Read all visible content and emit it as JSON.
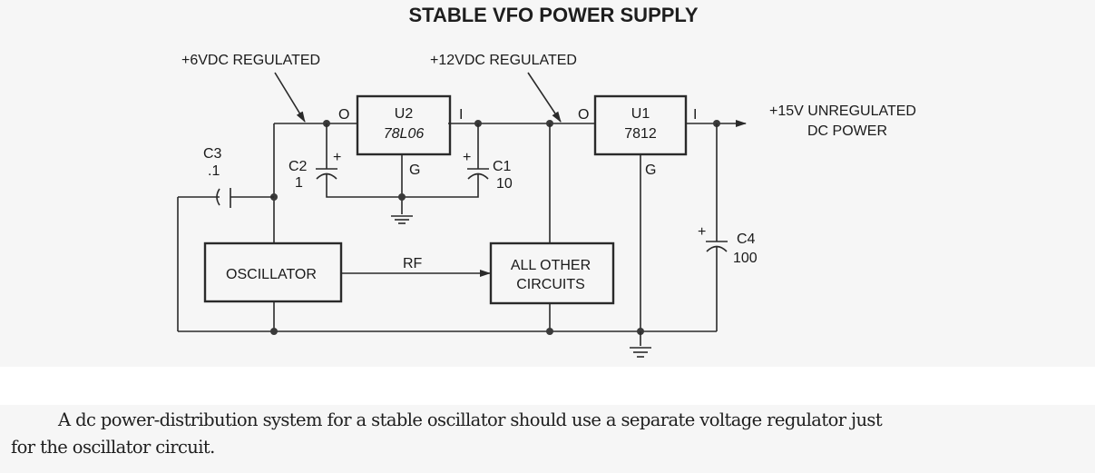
{
  "figure": {
    "title": "STABLE VFO POWER SUPPLY",
    "annotations": {
      "regulated_6v": "+6VDC REGULATED",
      "regulated_12v": "+12VDC REGULATED",
      "unregulated_line1": "+15V UNREGULATED",
      "unregulated_line2": "DC POWER",
      "rf": "RF"
    },
    "regulators": [
      {
        "ref": "U2",
        "part": "78L06",
        "pin_in": "I",
        "pin_out": "O",
        "pin_gnd": "G"
      },
      {
        "ref": "U1",
        "part": "7812",
        "pin_in": "I",
        "pin_out": "O",
        "pin_gnd": "G"
      }
    ],
    "capacitors": [
      {
        "ref": "C3",
        "value": ".1"
      },
      {
        "ref": "C2",
        "value": "1",
        "polarity": "+"
      },
      {
        "ref": "C1",
        "value": "10",
        "polarity": "+"
      },
      {
        "ref": "C4",
        "value": "100",
        "polarity": "+"
      }
    ],
    "blocks": {
      "oscillator": "OSCILLATOR",
      "other_line1": "ALL OTHER",
      "other_line2": "CIRCUITS"
    }
  },
  "caption": {
    "line1": "A dc power-distribution system for a stable oscillator should use a separate voltage regulator just",
    "line2": "for the oscillator circuit."
  }
}
